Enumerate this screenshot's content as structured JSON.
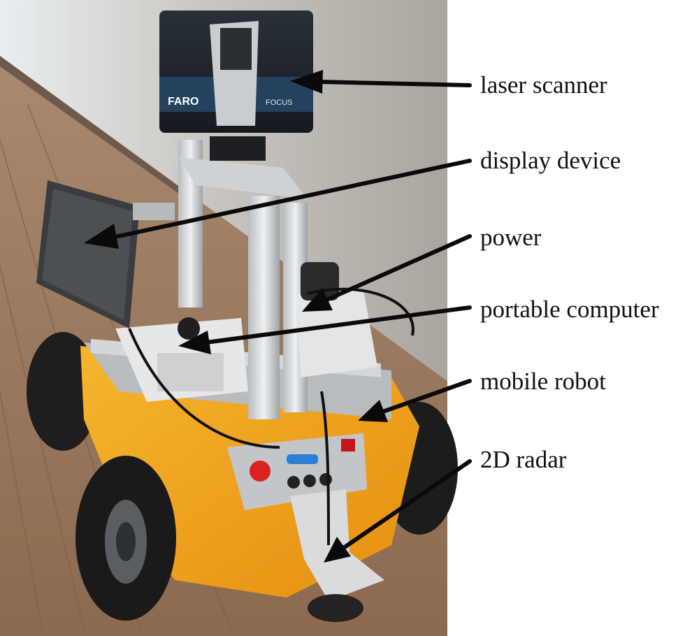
{
  "labels": {
    "laser_scanner": "laser scanner",
    "display_device": "display device",
    "power": "power",
    "portable_computer": "portable computer",
    "mobile_robot": "mobile robot",
    "radar_2d": "2D radar"
  },
  "photo_text": {
    "scanner_brand": "FARO",
    "scanner_model": "FOCUS"
  },
  "colors": {
    "arrow": "#0a0a0a",
    "robot_body": "#f2a51c",
    "background_right": "#ffffff"
  }
}
